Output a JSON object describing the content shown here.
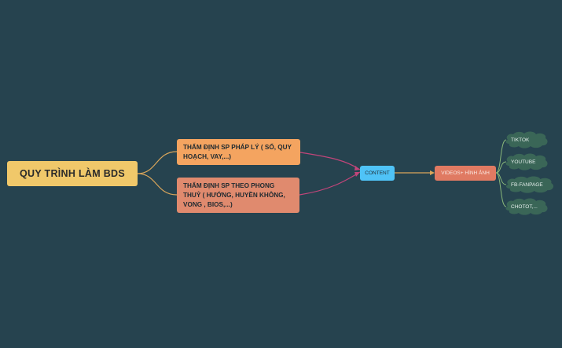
{
  "diagram": {
    "root": {
      "label": "QUY TRÌNH LÀM BDS"
    },
    "branches": [
      {
        "label": "THẨM ĐỊNH SP PHÁP LÝ ( SỔ, QUY HOẠCH, VAY,...)"
      },
      {
        "label": "THẨM ĐỊNH SP THEO PHONG THUỶ ( HƯỚNG, HUYỀN KHÔNG, VONG , BIOS,...)"
      }
    ],
    "content": {
      "label": "CONTENT"
    },
    "videos": {
      "label": "VIDEOS+ HÌNH ẢNH"
    },
    "channels": [
      {
        "label": "TIKTOK"
      },
      {
        "label": "YOUTUBE"
      },
      {
        "label": "FB-FANPAGE"
      },
      {
        "label": "CHOTOT,..."
      }
    ]
  },
  "colors": {
    "background": "#26434f",
    "root_fill": "#f0c86a",
    "branch_legal_fill": "#f4a460",
    "branch_fengshui_fill": "#e08a6e",
    "content_fill": "#4fc3f7",
    "videos_fill": "#e07a62",
    "channel_fill": "#3a6657",
    "connector_gold": "#d9a55a",
    "connector_magenta": "#c2457a",
    "connector_green": "#8ab87a"
  }
}
